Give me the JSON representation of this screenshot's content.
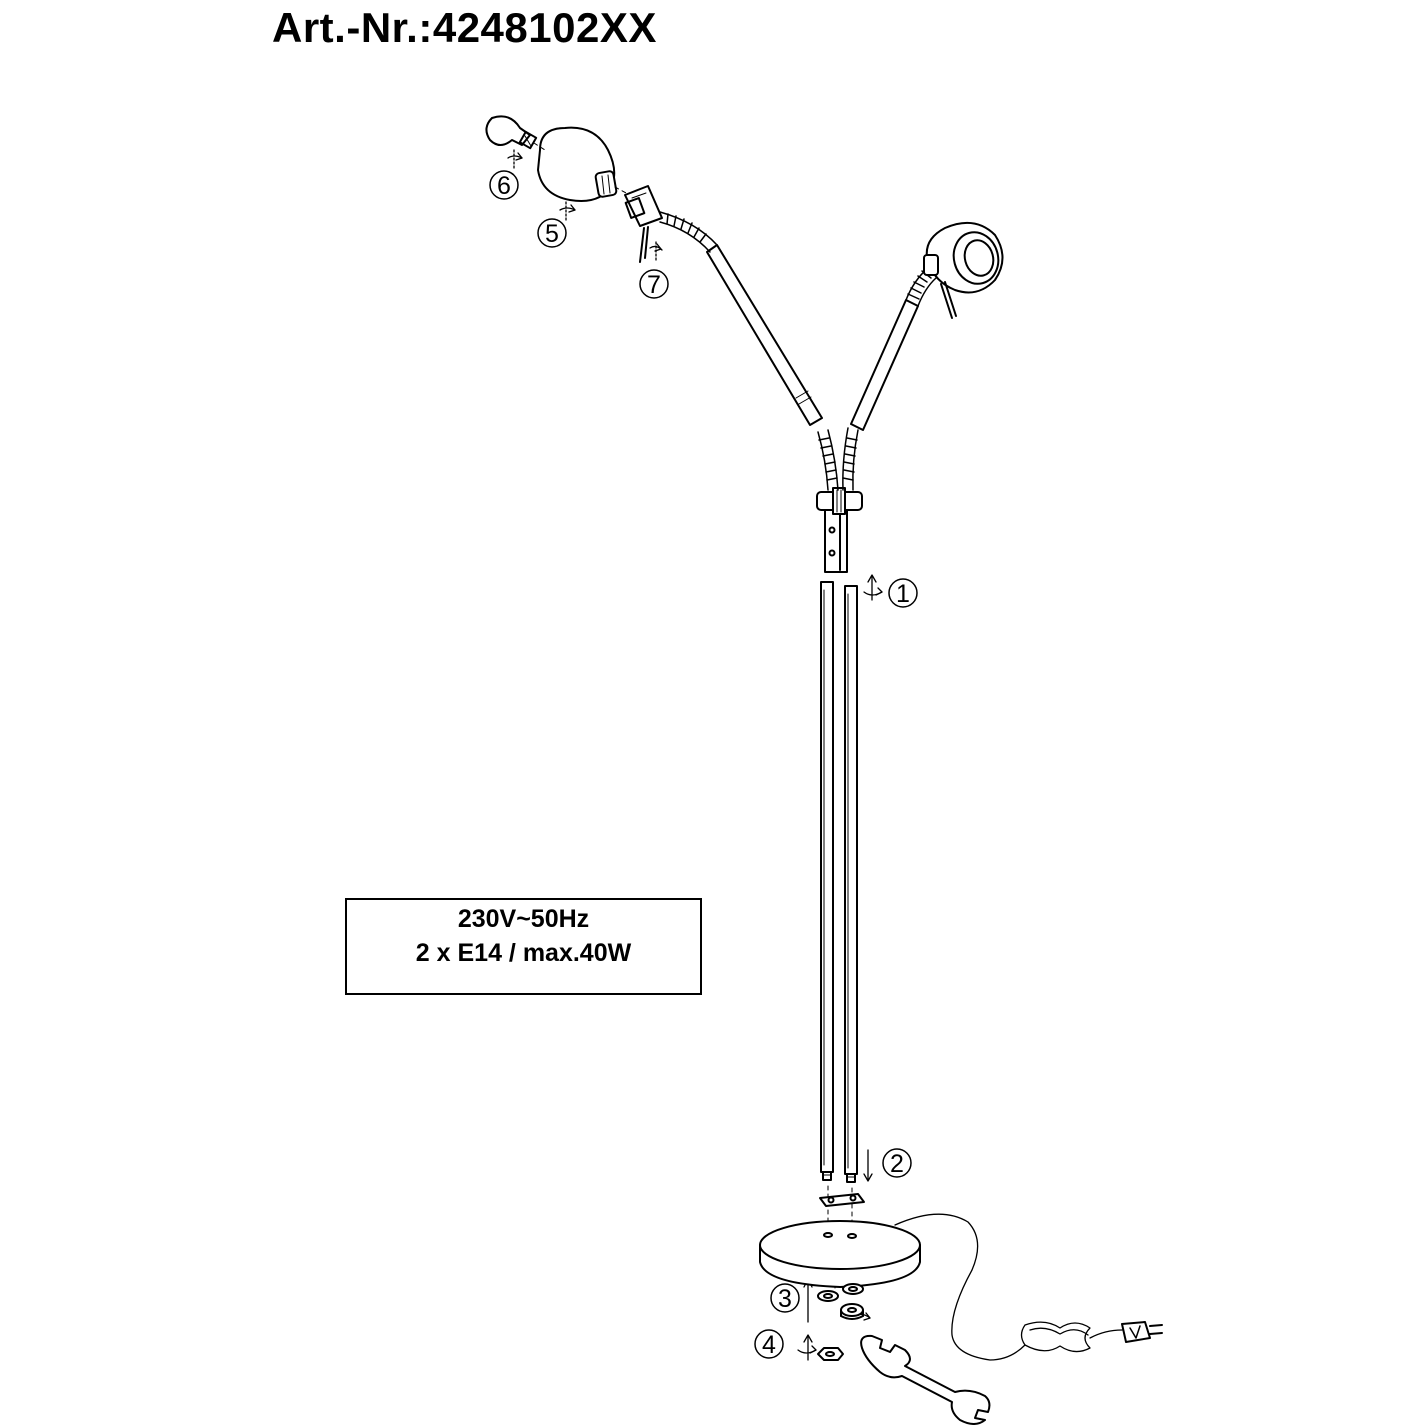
{
  "header": {
    "article_number": "Art.-Nr.:4248102XX"
  },
  "specs": {
    "line1": "230V~50Hz",
    "line2": "2 x E14 / max.40W"
  },
  "steps": [
    "1",
    "2",
    "3",
    "4",
    "5",
    "6",
    "7"
  ]
}
